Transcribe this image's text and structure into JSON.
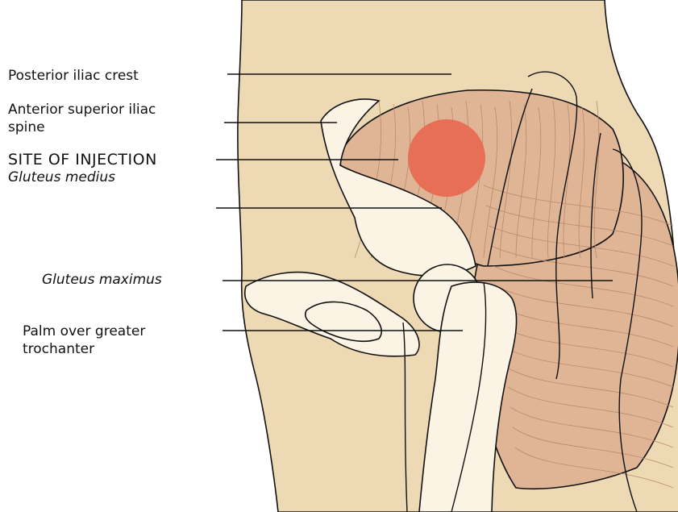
{
  "colors": {
    "background": "#ffffff",
    "skin": "#edd9b3",
    "bone": "#fbf3e4",
    "muscle": "#dfb596",
    "muscle_fibre": "#b98a6d",
    "injection_site": "#e66f55",
    "outline": "#111111"
  },
  "labels": {
    "posterior_iliac_crest": "Posterior iliac crest",
    "anterior_superior_iliac_spine_line1": "Anterior superior iliac",
    "anterior_superior_iliac_spine_line2": "spine",
    "site_of_injection": "SITE OF INJECTION",
    "gluteus_medius": "Gluteus medius",
    "gluteus_maximus": "Gluteus maximus",
    "palm_over_greater_trochanter_line1": "Palm over greater",
    "palm_over_greater_trochanter_line2": "trochanter"
  }
}
